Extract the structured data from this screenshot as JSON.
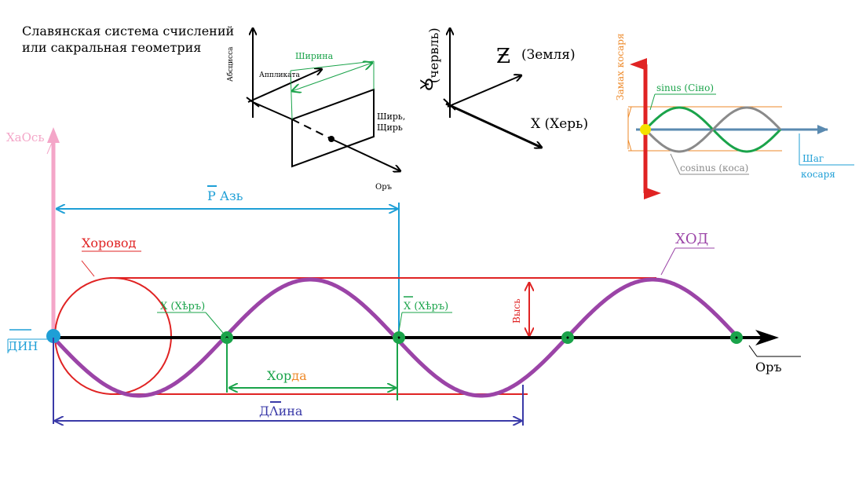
{
  "title": {
    "line1": "Славянская система счислений",
    "line2": "или сакральная геометрия"
  },
  "diagram3d": {
    "abscissa": "Абсцисса",
    "applicata": "Аппликата",
    "width": "Ширина",
    "shir_line1": "Ширь,",
    "shir_line2": "Щирь",
    "or": "Оръ"
  },
  "axes": {
    "cherv": "(червль)",
    "cherv_glyph": "Ꙋ",
    "zemlya_glyph": "Ƶ",
    "zemlya": "(Земля)",
    "kher": "X (Херь)"
  },
  "wave_inset": {
    "zamakh": "Замах косаря",
    "sinus": "sinus (Сіно)",
    "cosinus": "cosinus (коса)",
    "shag_line1": "Шаг",
    "shag_line2": "косаря"
  },
  "main": {
    "khaos": "ХаОсь",
    "raz": "Р Азь",
    "khorovod_first": "Х",
    "khorovod_rest": "оровод",
    "khod": "ХОД",
    "x_kher1": "X (Хѣръ)",
    "x_kher2": "X (Хѣръ)",
    "vys": "Высь",
    "din": "ДИН",
    "or": "Оръ",
    "khorda_a": "Хор",
    "khorda_b": "да",
    "dlina": "ДΛина"
  },
  "colors": {
    "pink": "#f4a6c8",
    "blue": "#1e9fd6",
    "red": "#e02323",
    "purple": "#9b44a7",
    "green": "#1aa34a",
    "navy": "#3a3aa8",
    "orange": "#ee8a2a",
    "gray": "#8a8a8a",
    "yellow": "#f4e200",
    "steel": "#5a8ab0"
  }
}
